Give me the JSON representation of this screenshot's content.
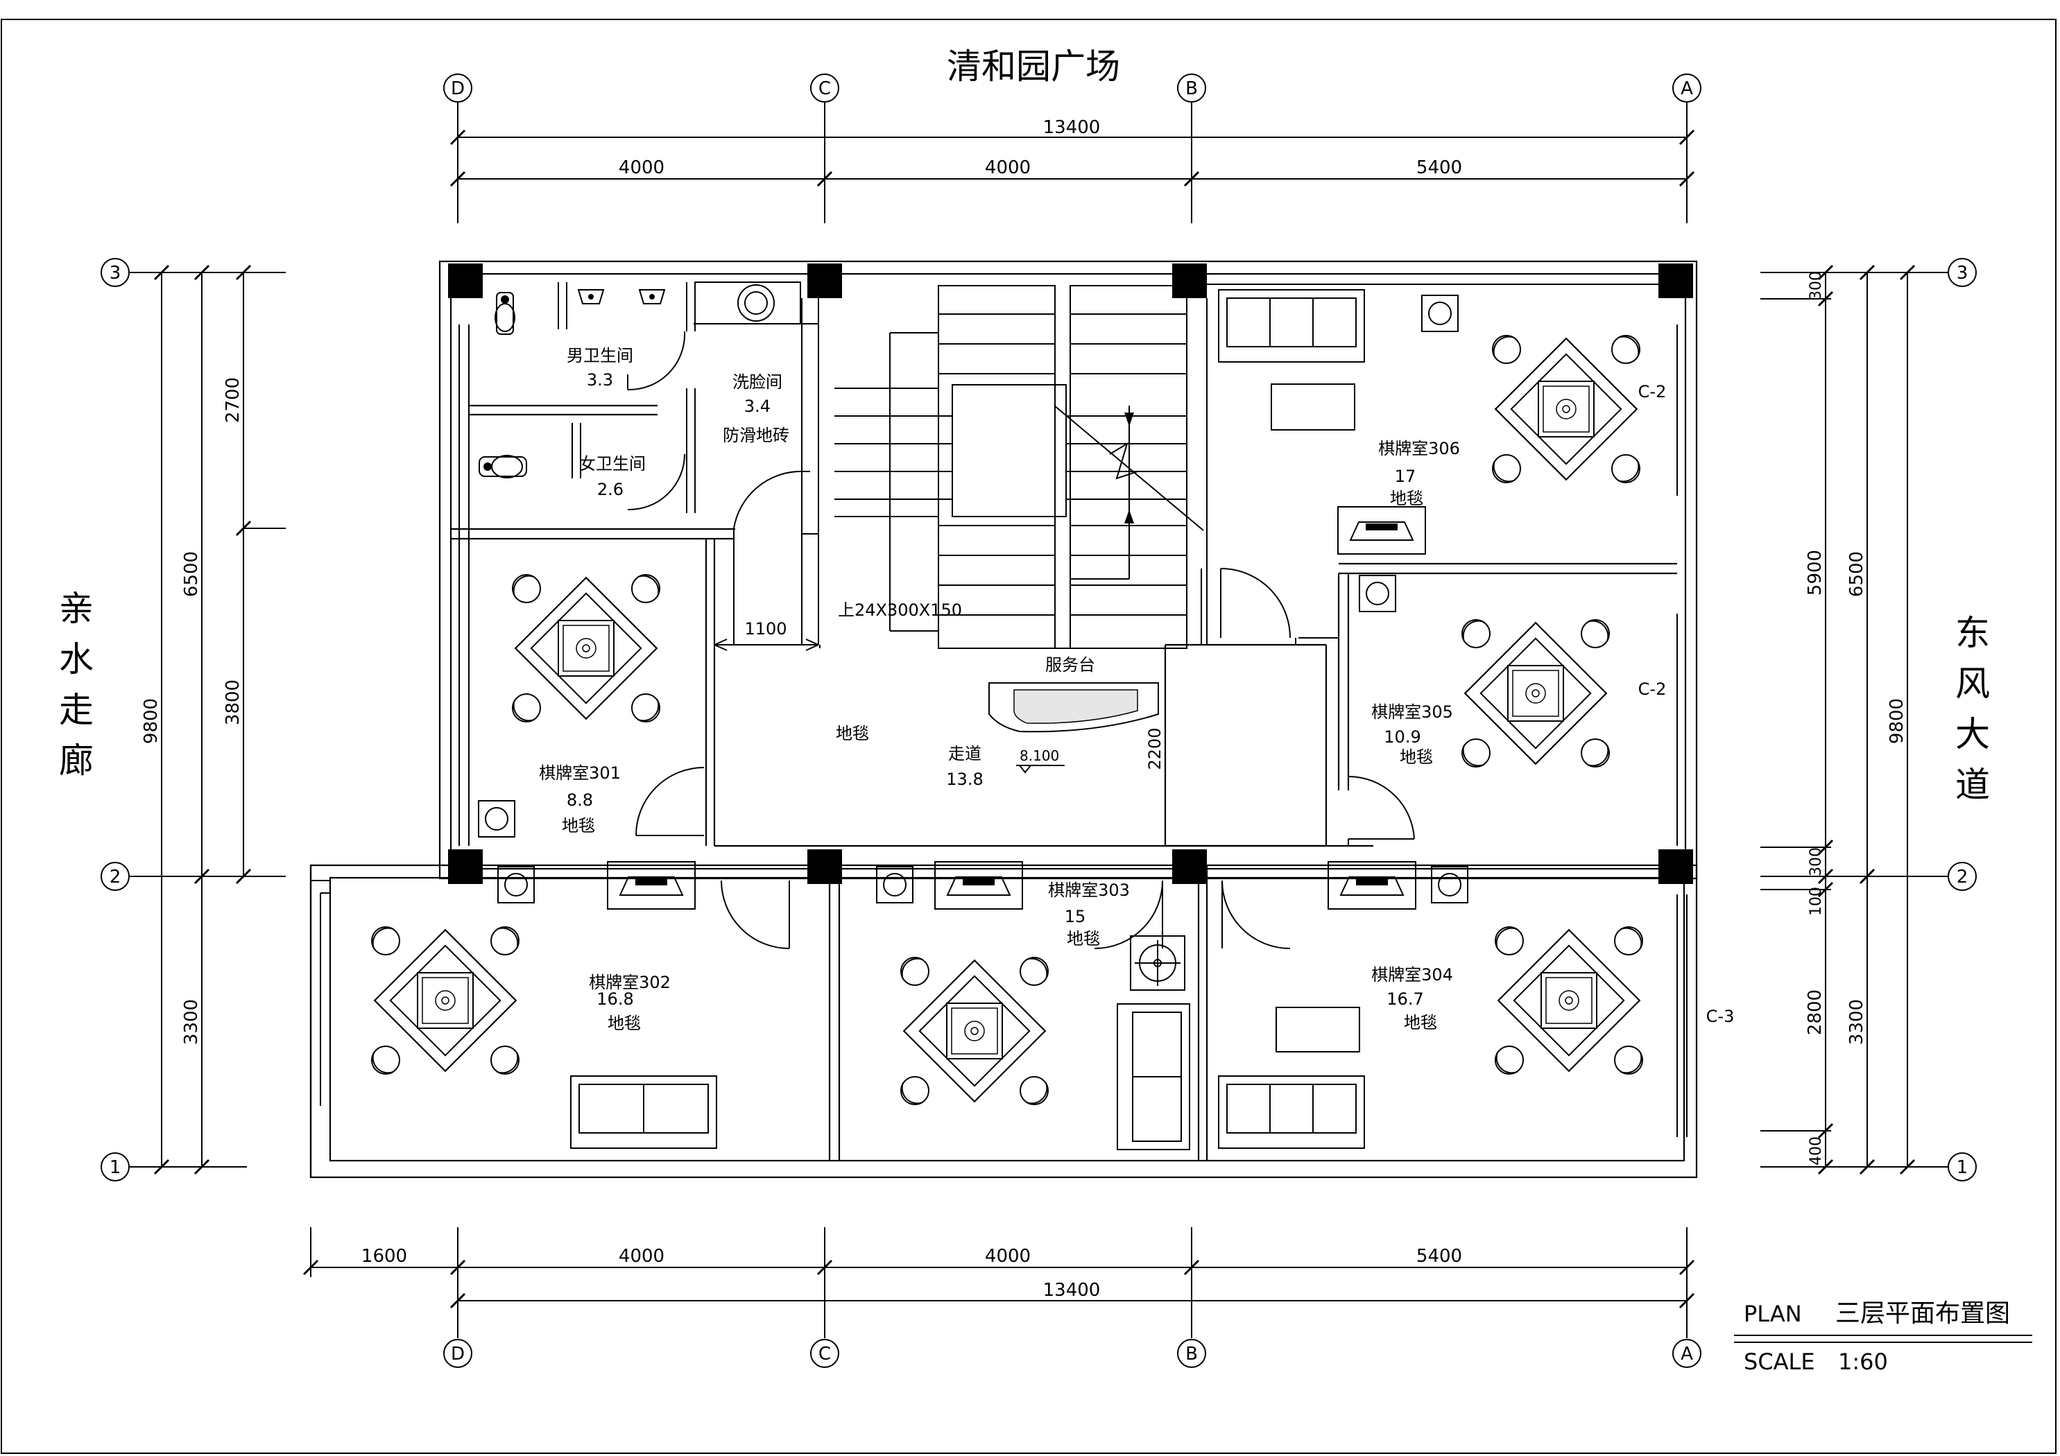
{
  "titles": {
    "top": "清和园广场",
    "left": [
      "亲",
      "水",
      "走",
      "廊"
    ],
    "right": [
      "东",
      "风",
      "大",
      "道"
    ]
  },
  "grid_labels": {
    "columns": [
      "D",
      "C",
      "B",
      "A"
    ],
    "rows": [
      "3",
      "2",
      "1"
    ]
  },
  "dims": {
    "top_total": "13400",
    "top_segments": [
      "4000",
      "4000",
      "5400"
    ],
    "bottom_segments": [
      "1600",
      "4000",
      "4000",
      "5400"
    ],
    "bottom_total": "13400",
    "left_outer": "9800",
    "left_mid": [
      "6500",
      "3300"
    ],
    "left_inner": [
      "2700",
      "3800"
    ],
    "right_inner": [
      "300",
      "5900",
      "300",
      "100",
      "2800",
      "400"
    ],
    "right_mid": [
      "6500",
      "3300"
    ],
    "right_outer": "9800",
    "corridor_width": "1100",
    "hall_height": "2200"
  },
  "rooms": {
    "men_wc": {
      "name": "男卫生间",
      "area": "3.3"
    },
    "women_wc": {
      "name": "女卫生间",
      "area": "2.6"
    },
    "washroom": {
      "name": "洗脸间",
      "area": "3.4",
      "floor": "防滑地砖"
    },
    "r301": {
      "name": "棋牌室301",
      "area": "8.8",
      "floor": "地毯"
    },
    "r302": {
      "name": "棋牌室302",
      "area": "16.8",
      "floor": "地毯"
    },
    "r303": {
      "name": "棋牌室303",
      "area": "15",
      "floor": "地毯"
    },
    "r304": {
      "name": "棋牌室304",
      "area": "16.7",
      "floor": "地毯"
    },
    "r305": {
      "name": "棋牌室305",
      "area": "10.9",
      "floor": "地毯"
    },
    "r306": {
      "name": "棋牌室306",
      "area": "17",
      "floor": "地毯"
    },
    "corridor": {
      "name": "走道",
      "area": "13.8",
      "floor": "地毯",
      "level": "8.100"
    },
    "service_desk": "服务台",
    "stair_note": "上24X300X150"
  },
  "tags": {
    "c2_a": "C-2",
    "c2_b": "C-2",
    "c3": "C-3"
  },
  "title_block": {
    "plan_label": "PLAN",
    "plan_title": "三层平面布置图",
    "scale_label": "SCALE",
    "scale_value": "1:60"
  }
}
